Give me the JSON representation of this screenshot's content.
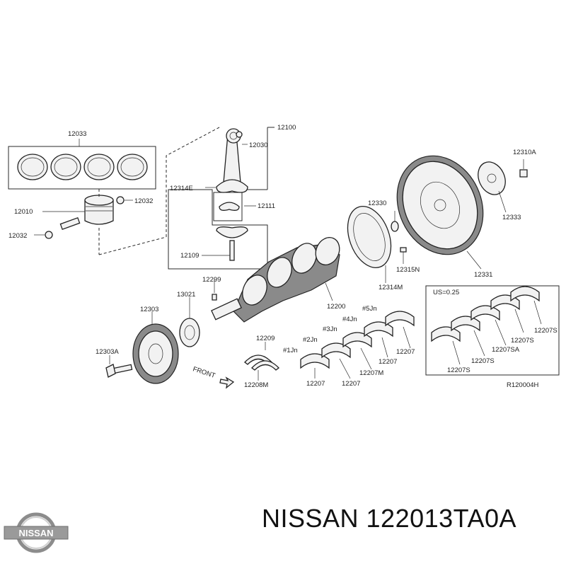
{
  "labels": {
    "ring_set": "12033",
    "piston": "12010",
    "pin_clip_right": "12032",
    "pin_clip_left": "12032",
    "rod_assembly": "12100",
    "rod_bushing": "12030",
    "rod_cap_bolt": "12314E",
    "rod_bearing": "12111",
    "rod_bolt": "12109",
    "key": "12299",
    "sprocket": "13021",
    "pulley": "12303",
    "pulley_bolt": "12303A",
    "crankshaft": "12200",
    "thrust_washer": "12209",
    "thrust_washer_m": "12208M",
    "pilot_bushing": "12330",
    "signal_plate": "12314M",
    "signal_bolt": "12315N",
    "flywheel": "12331",
    "flywheel_bolt": "12310A",
    "reinforcement_plate": "12333",
    "journal_5": "#5Jn",
    "journal_4": "#4Jn",
    "journal_3": "#3Jn",
    "journal_2": "#2Jn",
    "journal_1": "#1Jn",
    "main_bearing_1": "12207",
    "main_bearing_2": "12207",
    "main_bearing_3": "12207",
    "main_bearing_4": "12207",
    "main_bearing_m": "12207M",
    "undersize_note": "US=0.25",
    "us_bearing_1": "12207S",
    "us_bearing_2": "12207S",
    "us_bearing_3": "12207SA",
    "us_bearing_4": "12207S",
    "us_bearing_5": "12207S",
    "front_arrow": "FRONT",
    "ref_code": "R120004H"
  },
  "brand": {
    "logo_text": "NISSAN"
  },
  "footer": {
    "caption": "NISSAN 122013TA0A"
  }
}
